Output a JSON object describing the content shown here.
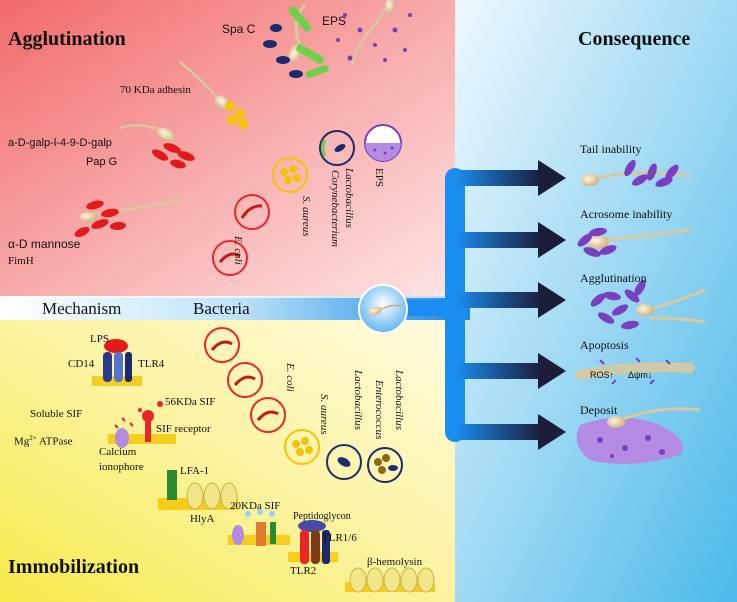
{
  "headings": {
    "agglutination": "Agglutination",
    "consequence": "Consequence",
    "mechanism": "Mechanism",
    "bacteria": "Bacteria",
    "immobilization": "Immobilization"
  },
  "agglutination_labels": {
    "spa_c": "Spa C",
    "eps_top": "EPS",
    "adhesin_70": "70 KDa adhesin",
    "galp": "a-D-galp-l-4-9-D-galp",
    "pap_g": "Pap G",
    "mannose": "α-D mannose",
    "fimh": "FimH"
  },
  "agglutination_bacteria": {
    "ecoli": "E. coli",
    "saureus": "S. aureus",
    "lacto": "Lactobacillus",
    "coryne": "Corynebacterium",
    "eps": "EPS"
  },
  "immobilization_labels": {
    "lps": "LPS",
    "cd14": "CD14",
    "tlr4": "TLR4",
    "sif56": "56KDa SIF",
    "soluble_sif": "Soluble SIF",
    "sif_receptor": "SIF receptor",
    "mg_atpase_pre": "Mg",
    "mg_atpase_sup": "2+",
    "mg_atpase_post": " ATPase",
    "calcium": "Calcium",
    "ionophore": "ionophore",
    "lfa1": "LFA-1",
    "hlya": "HlyA",
    "sif20": "20KDa SIF",
    "peptidoglycon": "Peptidoglycon",
    "tlr16": "TLR1/6",
    "tlr2": "TLR2",
    "hemolysin": "β-hemolysin"
  },
  "immobilization_bacteria": {
    "ecoli": "E. coli",
    "saureus": "S. aureus",
    "lacto1": "Lactobacillus",
    "entero": "Enterococcus",
    "lacto2": "Lactobacillus"
  },
  "consequences": [
    {
      "label": "Tail inability"
    },
    {
      "label": "Acrosome inability"
    },
    {
      "label": "Agglutination"
    },
    {
      "label": "Apoptosis"
    },
    {
      "label": "Deposit"
    }
  ],
  "apoptosis_text": {
    "ros": "ROS↑",
    "dpsi": "Δψm↓"
  },
  "colors": {
    "red_circle": "#e8262a",
    "yellow_circle": "#f5c400",
    "navy_circle": "#1c2a6e",
    "purple": "#7a3fc0",
    "arrow_blue": "#1a7fe0"
  }
}
